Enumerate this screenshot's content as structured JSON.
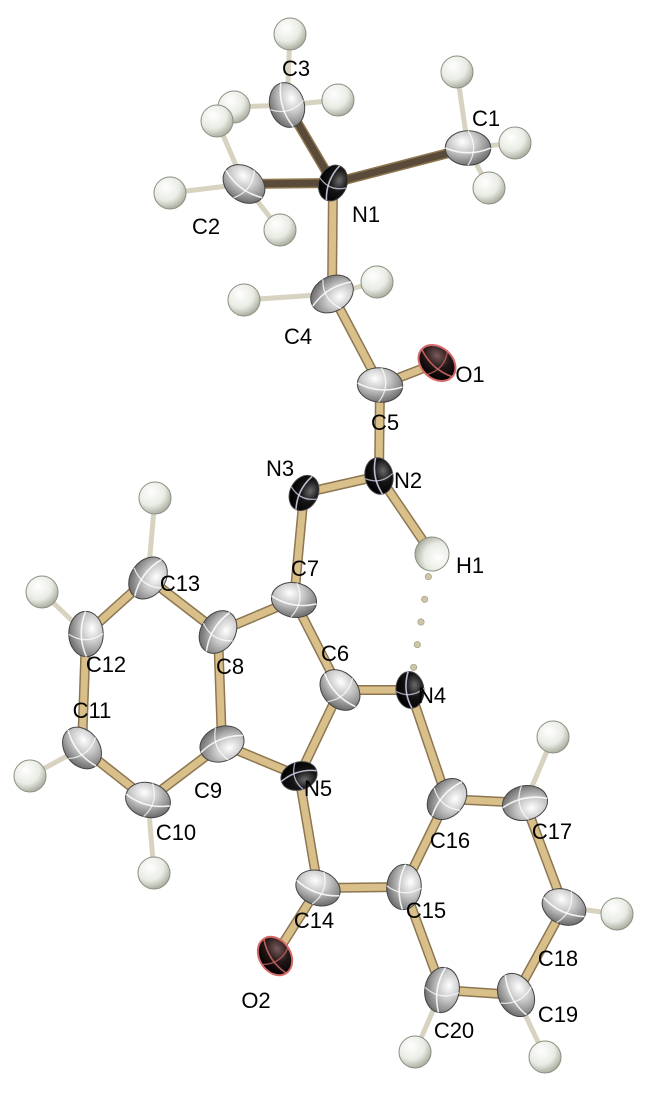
{
  "atoms": [
    {
      "id": "C1",
      "label": "C1",
      "element": "C"
    },
    {
      "id": "C2",
      "label": "C2",
      "element": "C"
    },
    {
      "id": "C3",
      "label": "C3",
      "element": "C"
    },
    {
      "id": "N1",
      "label": "N1",
      "element": "N"
    },
    {
      "id": "C4",
      "label": "C4",
      "element": "C"
    },
    {
      "id": "C5",
      "label": "C5",
      "element": "C"
    },
    {
      "id": "O1",
      "label": "O1",
      "element": "O"
    },
    {
      "id": "N2",
      "label": "N2",
      "element": "N"
    },
    {
      "id": "N3",
      "label": "N3",
      "element": "N"
    },
    {
      "id": "H1",
      "label": "H1",
      "element": "H"
    },
    {
      "id": "C7",
      "label": "C7",
      "element": "C"
    },
    {
      "id": "C6",
      "label": "C6",
      "element": "C"
    },
    {
      "id": "N4",
      "label": "N4",
      "element": "N"
    },
    {
      "id": "C8",
      "label": "C8",
      "element": "C"
    },
    {
      "id": "C9",
      "label": "C9",
      "element": "C"
    },
    {
      "id": "C10",
      "label": "C10",
      "element": "C"
    },
    {
      "id": "C11",
      "label": "C11",
      "element": "C"
    },
    {
      "id": "C12",
      "label": "C12",
      "element": "C"
    },
    {
      "id": "C13",
      "label": "C13",
      "element": "C"
    },
    {
      "id": "N5",
      "label": "N5",
      "element": "N"
    },
    {
      "id": "C14",
      "label": "C14",
      "element": "C"
    },
    {
      "id": "O2",
      "label": "O2",
      "element": "O"
    },
    {
      "id": "C15",
      "label": "C15",
      "element": "C"
    },
    {
      "id": "C16",
      "label": "C16",
      "element": "C"
    },
    {
      "id": "C17",
      "label": "C17",
      "element": "C"
    },
    {
      "id": "C18",
      "label": "C18",
      "element": "C"
    },
    {
      "id": "C19",
      "label": "C19",
      "element": "C"
    },
    {
      "id": "C20",
      "label": "C20",
      "element": "C"
    }
  ],
  "bonds": [
    [
      "N1",
      "C1"
    ],
    [
      "N1",
      "C2"
    ],
    [
      "N1",
      "C3"
    ],
    [
      "N1",
      "C4"
    ],
    [
      "C4",
      "C5"
    ],
    [
      "C5",
      "O1"
    ],
    [
      "C5",
      "N2"
    ],
    [
      "N2",
      "N3"
    ],
    [
      "N2",
      "H1"
    ],
    [
      "N3",
      "C7"
    ],
    [
      "C7",
      "C6"
    ],
    [
      "C7",
      "C8"
    ],
    [
      "C6",
      "N4"
    ],
    [
      "C6",
      "N5"
    ],
    [
      "C8",
      "C13"
    ],
    [
      "C13",
      "C12"
    ],
    [
      "C12",
      "C11"
    ],
    [
      "C11",
      "C10"
    ],
    [
      "C10",
      "C9"
    ],
    [
      "C9",
      "C8"
    ],
    [
      "C9",
      "N5"
    ],
    [
      "N5",
      "C14"
    ],
    [
      "C14",
      "O2"
    ],
    [
      "C14",
      "C15"
    ],
    [
      "C15",
      "C16"
    ],
    [
      "C16",
      "N4"
    ],
    [
      "C16",
      "C17"
    ],
    [
      "C17",
      "C18"
    ],
    [
      "C18",
      "C19"
    ],
    [
      "C19",
      "C20"
    ],
    [
      "C20",
      "C15"
    ]
  ],
  "hydrogen_bond": [
    "H1",
    "N4"
  ],
  "colors": {
    "carbon": "#b9b9b9",
    "nitrogen": "#141414",
    "oxygen": "#2a1d1d",
    "oxygen_ring": "#d66a6a",
    "hydrogen": "#e8ece4",
    "bond": "#d9bf8a",
    "methyl_bond": "#5a4a3a",
    "background": "#ffffff"
  }
}
